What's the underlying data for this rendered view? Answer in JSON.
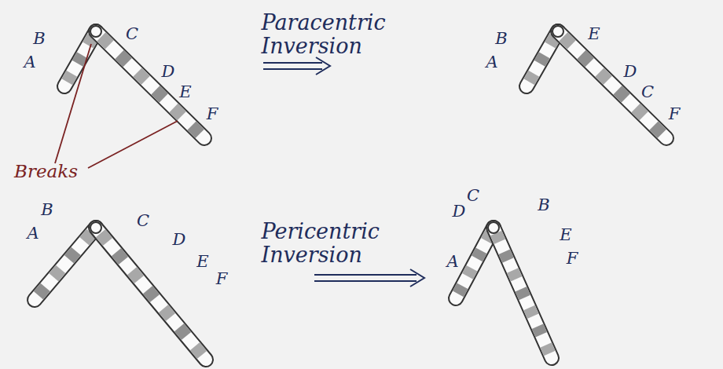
{
  "diagram": {
    "labels": [
      "A",
      "B",
      "C",
      "D",
      "E",
      "F",
      "Breaks",
      "Paracentric Inversion",
      "A",
      "B",
      "E",
      "D",
      "C",
      "F",
      "A",
      "B",
      "C",
      "D",
      "E",
      "F",
      "Pericentric Inversion",
      "D",
      "C",
      "A",
      "B",
      "E",
      "F"
    ]
  }
}
